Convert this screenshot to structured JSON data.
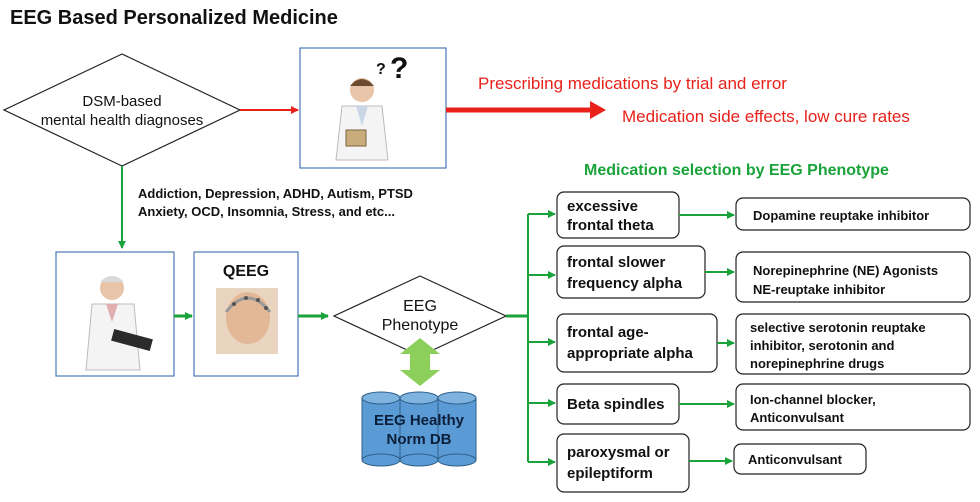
{
  "title": "EEG Based Personalized Medicine",
  "diamond1": {
    "line1": "DSM-based",
    "line2": "mental health diagnoses"
  },
  "red": {
    "line1": "Prescribing medications by trial and error",
    "line2": "Medication side effects, low cure rates"
  },
  "disorders": {
    "line1": "Addiction, Depression, ADHD, Autism, PTSD",
    "line2": "Anxiety, OCD, Insomnia, Stress, and etc..."
  },
  "qeeg_label": "QEEG",
  "diamond2": {
    "line1": "EEG",
    "line2": "Phenotype"
  },
  "db": {
    "line1": "EEG Healthy",
    "line2": "Norm DB"
  },
  "green_heading": "Medication selection by EEG Phenotype",
  "phenotypes": [
    {
      "lines": [
        "excessive",
        "frontal theta"
      ]
    },
    {
      "lines": [
        "frontal slower",
        "frequency alpha"
      ]
    },
    {
      "lines": [
        "frontal age-",
        "appropriate alpha"
      ]
    },
    {
      "lines": [
        "Beta spindles"
      ]
    },
    {
      "lines": [
        "paroxysmal or",
        "epileptiform"
      ]
    }
  ],
  "medications": [
    {
      "lines": [
        "Dopamine reuptake inhibitor"
      ]
    },
    {
      "lines": [
        "Norepinephrine (NE) Agonists",
        "NE-reuptake inhibitor"
      ]
    },
    {
      "lines": [
        "selective serotonin reuptake",
        "inhibitor, serotonin and",
        "norepinephrine drugs"
      ]
    },
    {
      "lines": [
        "Ion-channel blocker,",
        "Anticonvulsant"
      ]
    },
    {
      "lines": [
        "Anticonvulsant"
      ]
    }
  ],
  "colors": {
    "red": "#e8211a",
    "green": "#1aa33a",
    "blue_border": "#4a78b5",
    "cyl_fill": "#5b9bd5",
    "light_green": "#8ccf5a"
  },
  "icons": [
    "doctor-confused-icon",
    "doctor-clipboard-icon",
    "eeg-cap-patient-icon"
  ]
}
